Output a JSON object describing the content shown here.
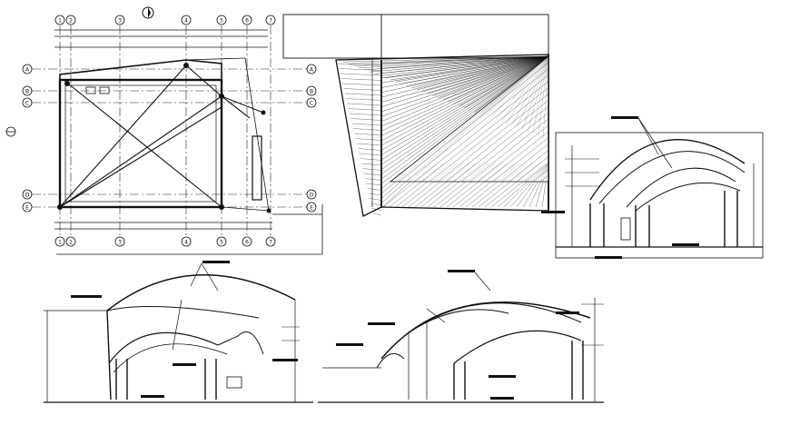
{
  "drawing": {
    "title": "",
    "plan": {
      "grid_top": [
        "1",
        "2",
        "3",
        "4",
        "5",
        "6",
        "7"
      ],
      "grid_right": [
        "A",
        "B",
        "C",
        "D",
        "E"
      ]
    },
    "colors": {
      "ink": "#111111",
      "paper": "#ffffff"
    }
  }
}
